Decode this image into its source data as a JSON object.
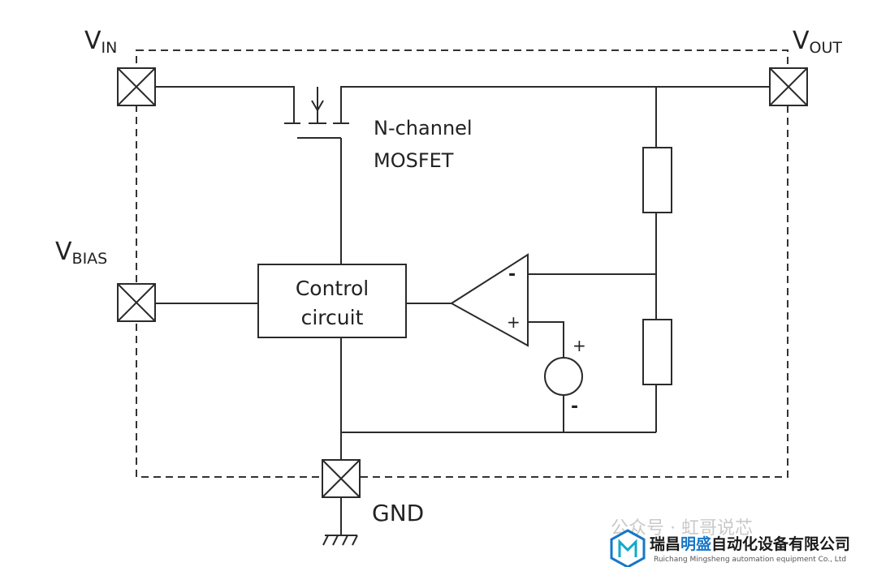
{
  "pins": {
    "vin": {
      "main": "V",
      "sub": "IN"
    },
    "vout": {
      "main": "V",
      "sub": "OUT"
    },
    "vbias": {
      "main": "V",
      "sub": "BIAS"
    },
    "gnd": "GND"
  },
  "mosfet_label": [
    "N-channel",
    "MOSFET"
  ],
  "control_label": [
    "Control",
    "circuit"
  ],
  "opamp": {
    "minus": "-",
    "plus": "+"
  },
  "source": {
    "plus": "+",
    "minus": "-"
  },
  "watermark": {
    "faded": "公众号 · 虹哥说芯",
    "company_a": "瑞昌",
    "company_b": "明盛",
    "company_c": "自动化设备有限公司",
    "company_en": "Ruichang Mingsheng automation equipment Co., Ltd"
  },
  "colors": {
    "line": "#2b2b2b",
    "dash": "#333333",
    "brand_blue": "#1677c8",
    "brand_cyan": "#11a9c9"
  }
}
